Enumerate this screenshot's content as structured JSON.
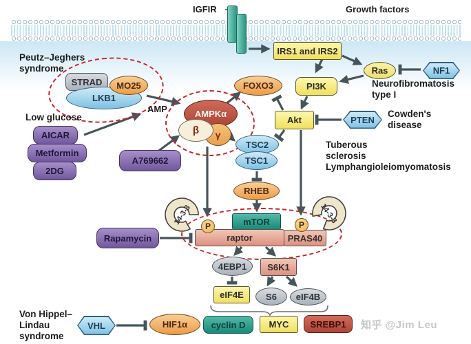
{
  "diagram": {
    "annotations": {
      "igfir": "IGFIR",
      "growth_factors": "Growth factors",
      "peutz_line1": "Peutz–Jeghers",
      "peutz_line2": "syndrome",
      "low_glucose": "Low glucose",
      "amp": "AMP",
      "neurofibromatosis_line1": "Neurofibromatosis",
      "neurofibromatosis_line2": "type I",
      "cowdens_line1": "Cowden's",
      "cowdens_line2": "disease",
      "tuberous_line1": "Tuberous",
      "tuberous_line2": "sclerosis",
      "tuberous_line3": "Lymphangioleiomyomatosis",
      "vhl_line1": "Von Hippel–",
      "vhl_line2": "Lindau",
      "vhl_line3": "syndrome"
    },
    "nodes": {
      "irs": "IRS1 and IRS2",
      "ras": "Ras",
      "nf1": "NF1",
      "pi3k": "PI3K",
      "foxo3": "FOXO3",
      "akt": "Akt",
      "pten": "PTEN",
      "strad": "STRAD",
      "mo25": "MO25",
      "lkb1": "LKB1",
      "aicar": "AICAR",
      "metformin": "Metformin",
      "dg2": "2DG",
      "a769662": "A769662",
      "ampk_alpha": "AMPKα",
      "ampk_beta": "β",
      "ampk_gamma": "γ",
      "tsc2": "TSC2",
      "tsc1": "TSC1",
      "rheb": "RHEB",
      "mtor": "mTOR",
      "raptor": "raptor",
      "pras40": "PRAS40",
      "phospho": "P",
      "fourteen_three_three": "14-3-3",
      "rapamycin": "Rapamycin",
      "ebp1": "4EBP1",
      "s6k1": "S6K1",
      "eif4e": "eIF4E",
      "s6": "S6",
      "eif4b": "eIF4B",
      "hif1a": "HIF1α",
      "cyclin_d": "cyclin D",
      "myc": "MYC",
      "srebp1": "SREBP1",
      "vhl": "VHL"
    },
    "watermark": "知乎 @Jim Leu",
    "colors": {
      "arrow": "#46555a",
      "dashed_outline": "#c9262a",
      "yellow_node": "#f0e05e",
      "blue_node": "#7fc0e4",
      "orange_node": "#ec9c48",
      "purple_node": "#71589e",
      "teal_node": "#188a79",
      "salmon_node": "#dd9181",
      "gray_node": "#a9b1b9",
      "red_node": "#b04538",
      "cream_node": "#f6efdc",
      "membrane": "#bfe2f2"
    }
  }
}
